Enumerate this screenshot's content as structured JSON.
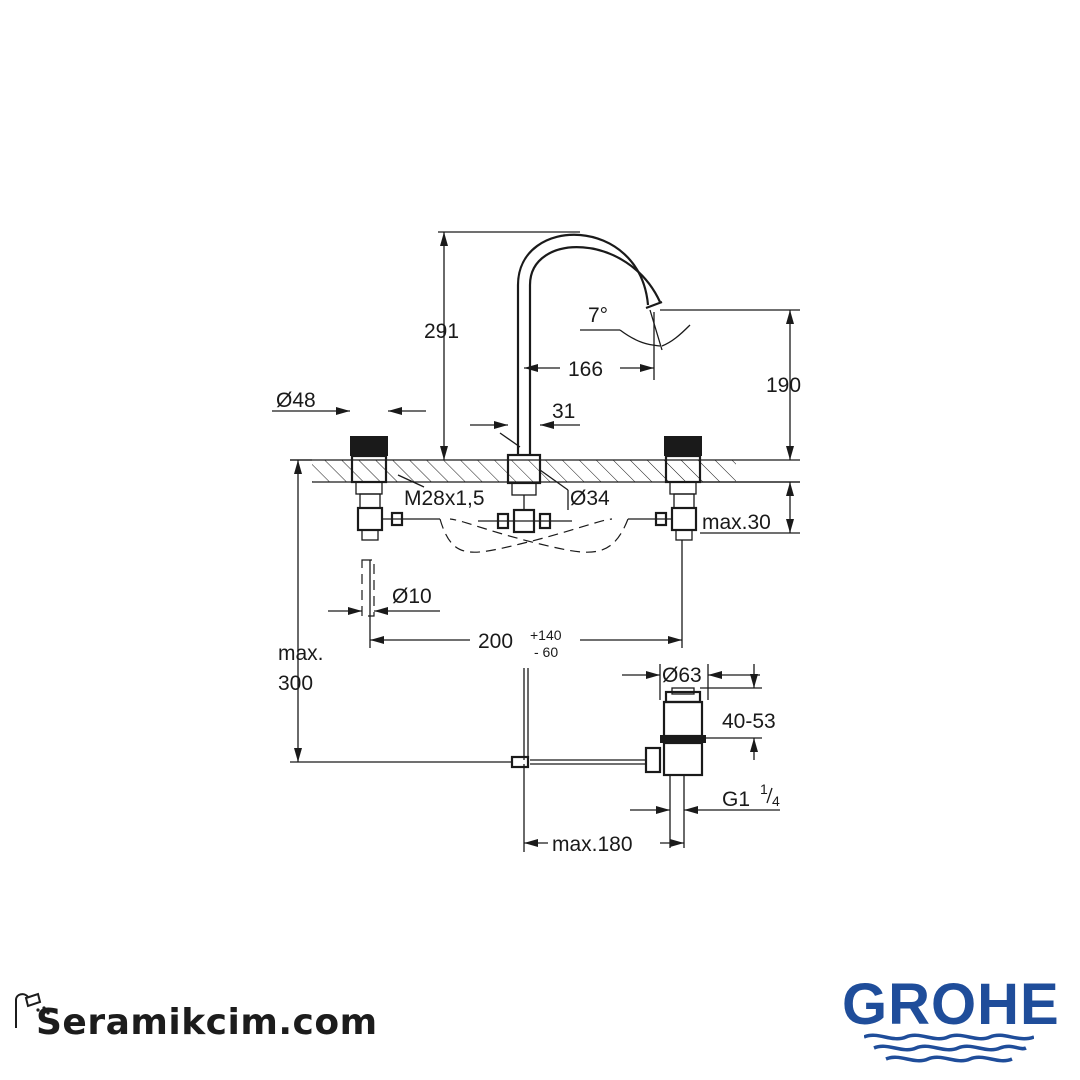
{
  "drawing": {
    "labels": {
      "height_total": "291",
      "spout_angle": "7°",
      "spout_reach": "166",
      "spout_height": "190",
      "handle_diameter": "Ø48",
      "spout_offset": "31",
      "thread": "M28x1,5",
      "spout_base_diameter": "Ø34",
      "deck_thickness": "max.30",
      "hose_diameter": "Ø10",
      "center_distance": "200",
      "center_tol_plus": "+140",
      "center_tol_minus": "- 60",
      "below_deck_line1": "max.",
      "below_deck_line2": "300",
      "drain_diameter": "Ø63",
      "drain_height": "40-53",
      "drain_thread_main": "G1",
      "drain_thread_num": "1",
      "drain_thread_den": "4",
      "pull_rod_length": "max.180"
    }
  },
  "footer": {
    "shop_name": "Seramikcim.com",
    "brand_name": "GROHE"
  },
  "colors": {
    "line": "#1a1a1a",
    "brand_blue": "#1f4d9a"
  }
}
